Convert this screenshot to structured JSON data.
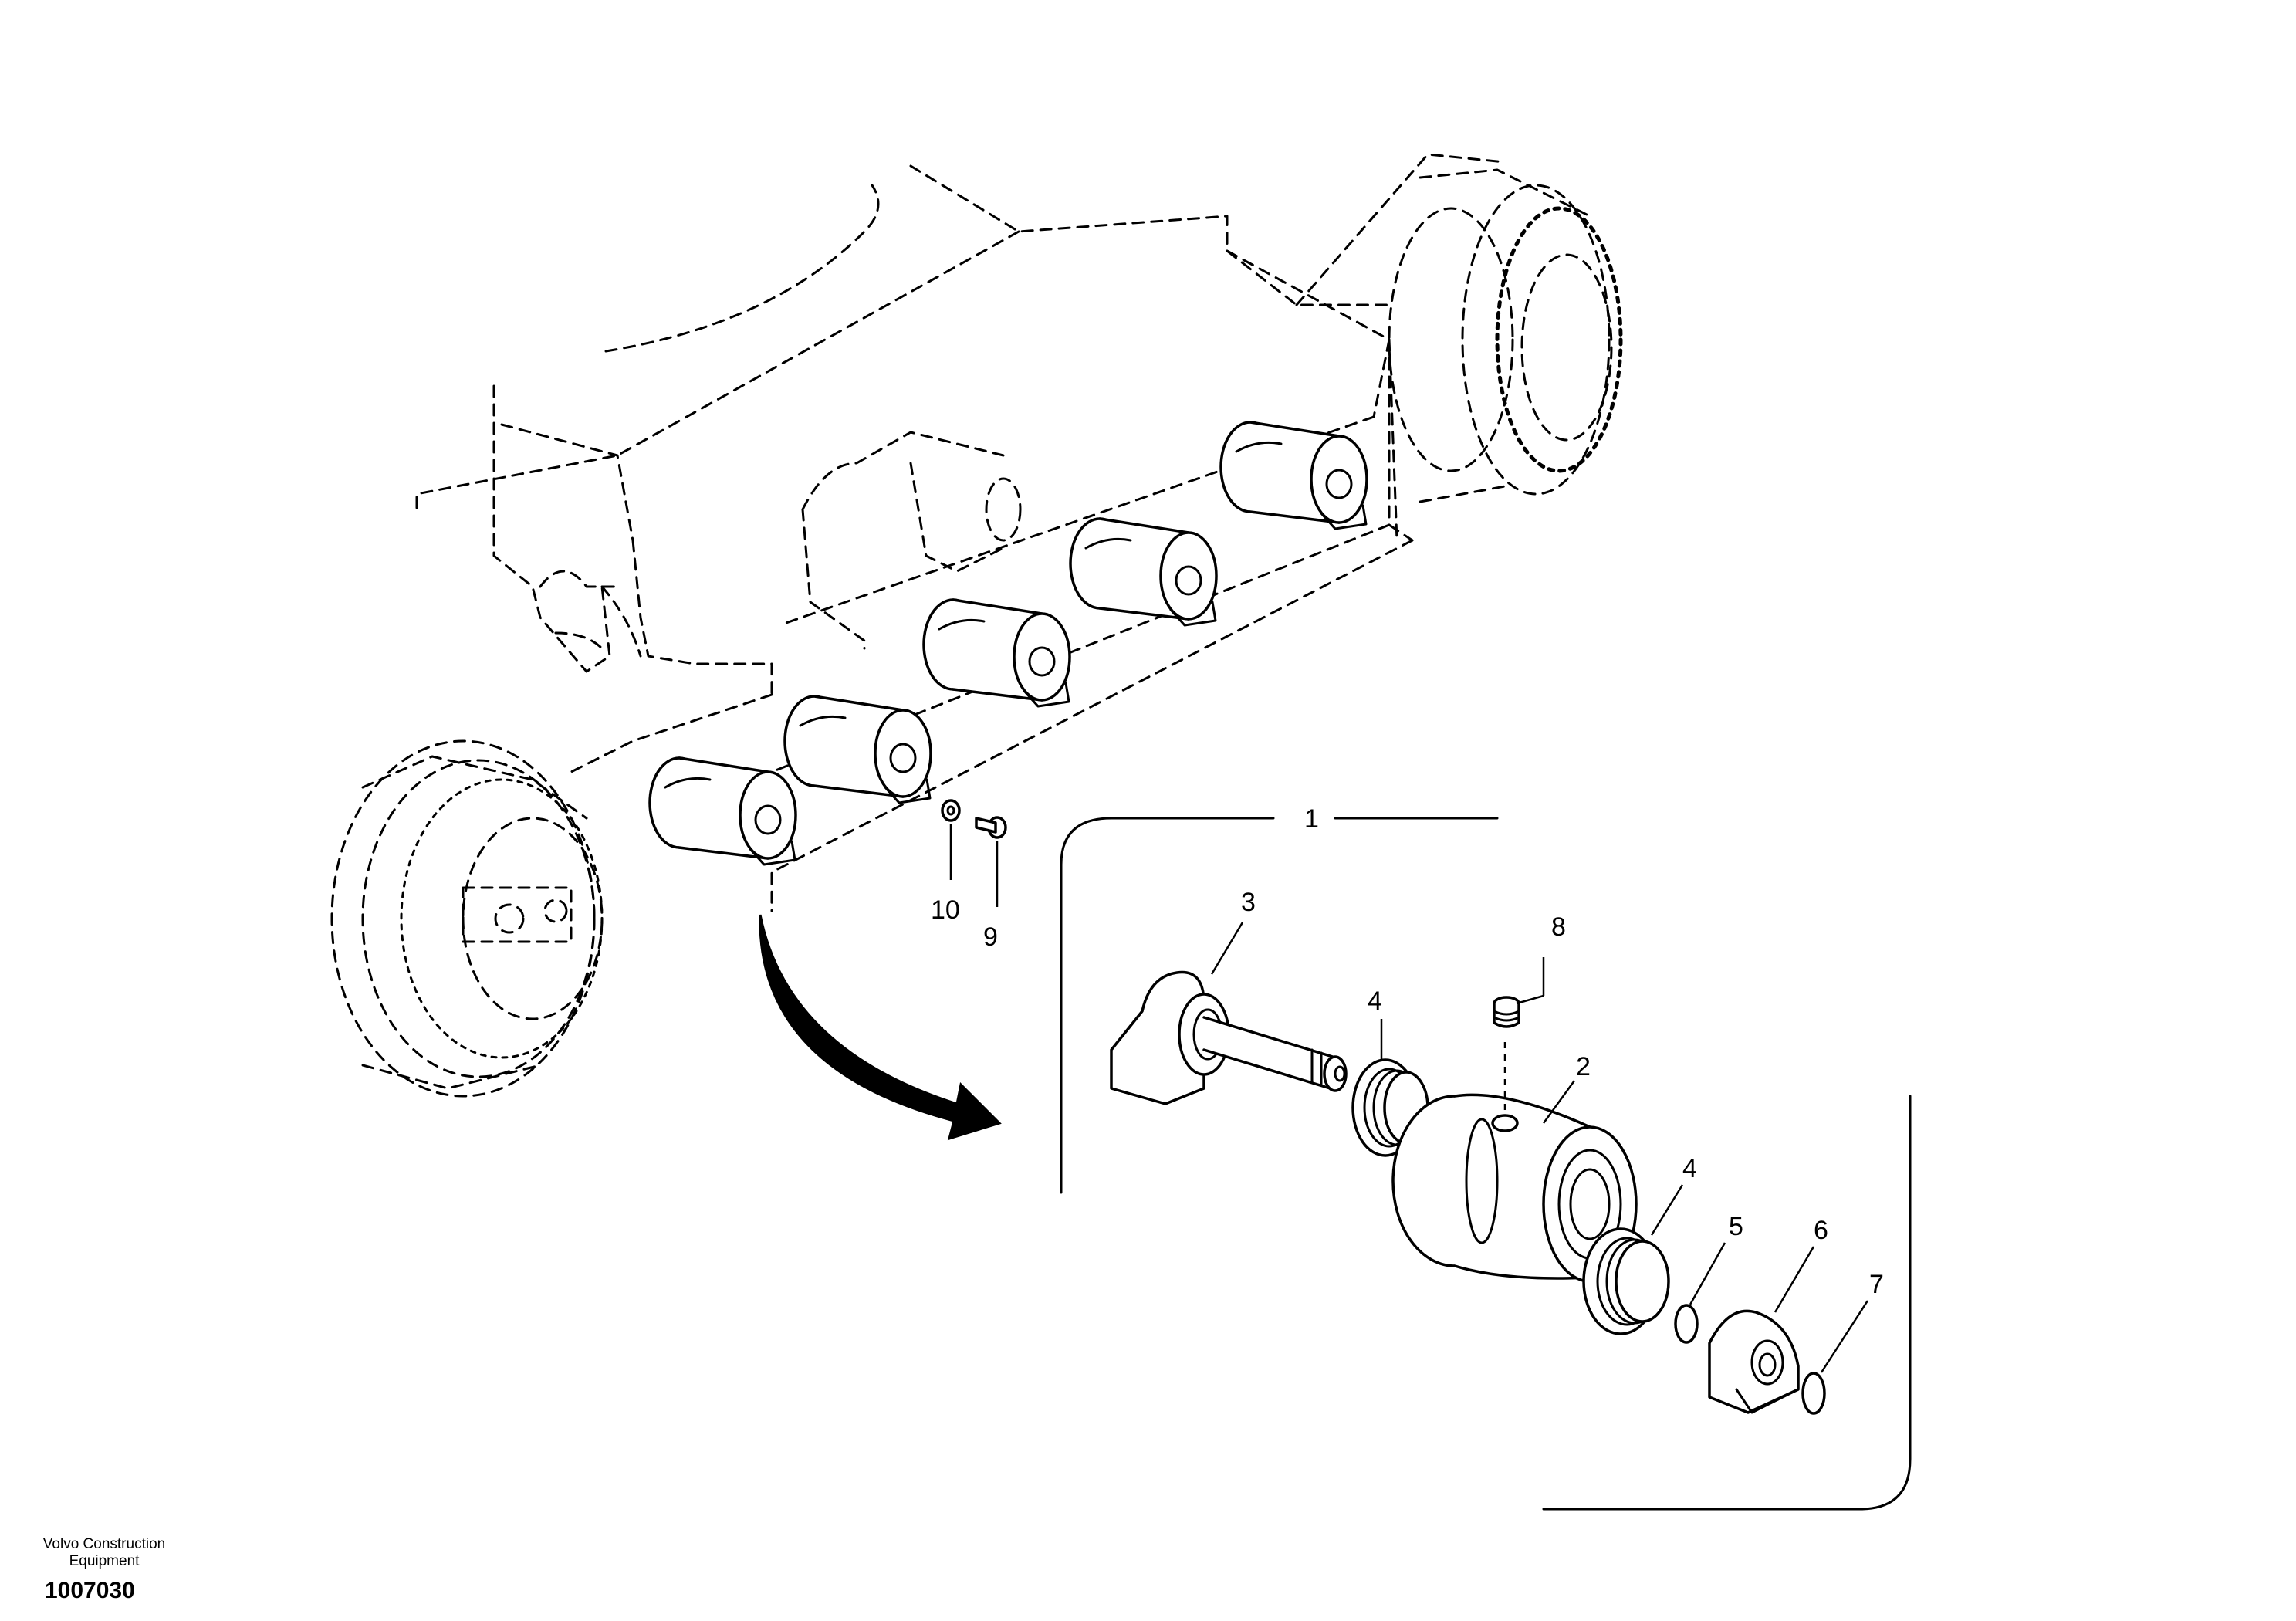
{
  "diagram": {
    "callouts": {
      "c1": "1",
      "c2": "2",
      "c3": "3",
      "c4a": "4",
      "c4b": "4",
      "c5": "5",
      "c6": "6",
      "c7": "7",
      "c8": "8",
      "c9": "9",
      "c10": "10"
    }
  },
  "footer": {
    "brand_line1": "Volvo Construction",
    "brand_line2": "Equipment",
    "drawing_number": "1007030"
  }
}
